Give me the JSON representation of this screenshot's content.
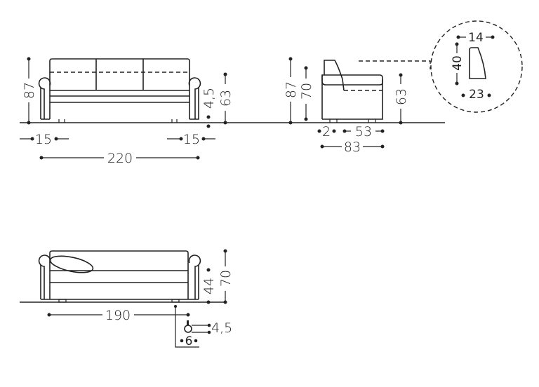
{
  "front_view": {
    "height_total": "87",
    "arm_width_left": "15",
    "arm_width_right": "15",
    "width": "220",
    "foot_height": "4,5",
    "arm_height": "63"
  },
  "side_view": {
    "height_total": "87",
    "seat_back_height": "70",
    "arm_height": "63",
    "back_offset": "2",
    "seat_depth": "53",
    "depth": "83"
  },
  "arm_detail": {
    "top_width": "14",
    "height": "40",
    "bottom_width": "23"
  },
  "bed_view": {
    "length": "190",
    "seat_height": "44",
    "height": "70"
  },
  "foot_detail": {
    "height": "4,5",
    "diameter": "6"
  }
}
